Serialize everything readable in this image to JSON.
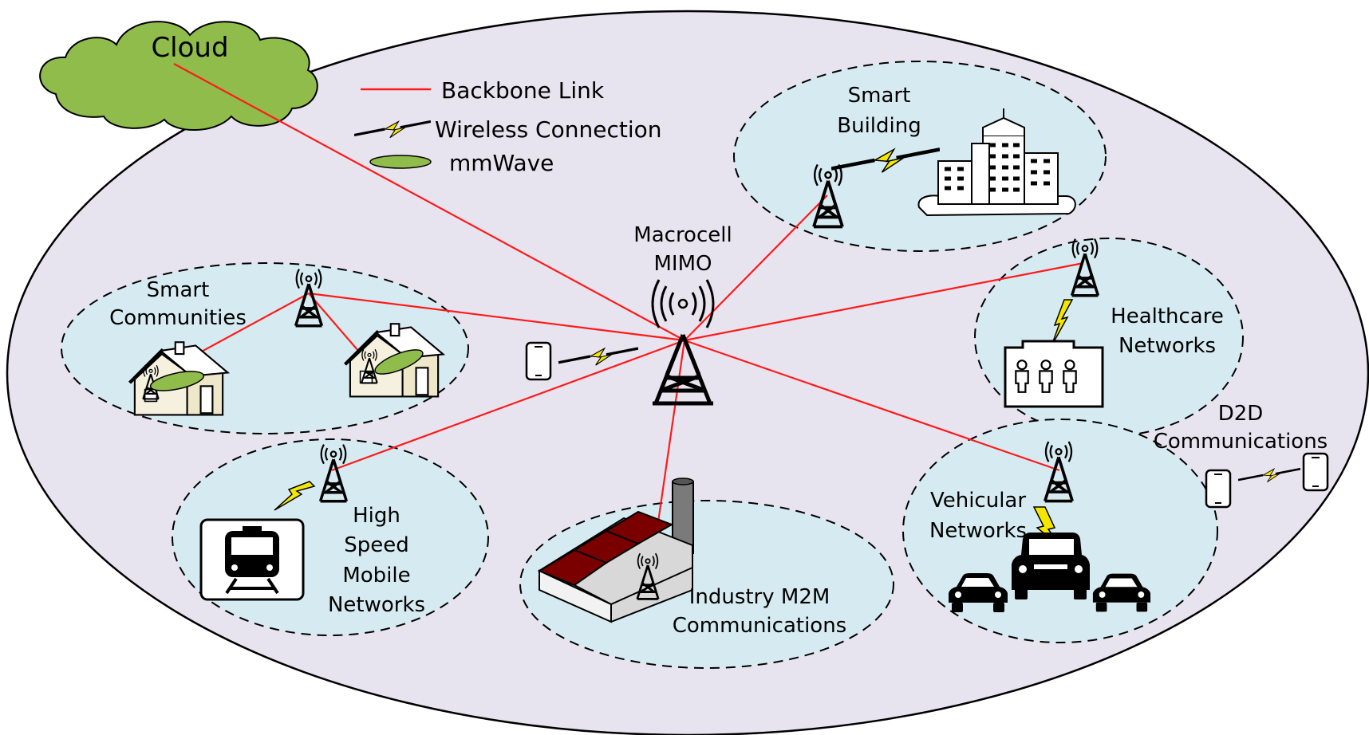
{
  "cloud": {
    "label": "Cloud"
  },
  "legend": {
    "backbone": "Backbone Link",
    "wireless": "Wireless Connection",
    "mmwave": "mmWave"
  },
  "macrocell": {
    "line1": "Macrocell",
    "line2": "MIMO"
  },
  "clusters": {
    "smart_building": {
      "line1": "Smart",
      "line2": "Building"
    },
    "smart_communities": {
      "line1": "Smart",
      "line2": "Communities"
    },
    "healthcare": {
      "line1": "Healthcare",
      "line2": "Networks"
    },
    "high_speed": {
      "line1": "High",
      "line2": "Speed",
      "line3": "Mobile",
      "line4": "Networks"
    },
    "industry": {
      "line1": "Industry M2M",
      "line2": "Communications"
    },
    "vehicular": {
      "line1": "Vehicular",
      "line2": "Networks"
    },
    "d2d": {
      "line1": "D2D",
      "line2": "Communications"
    }
  },
  "colors": {
    "backbone": "#ff1a1a",
    "bolt": "#f5e600",
    "cloud": "#8fbc4a",
    "outer_fill": "#e8e4ef",
    "cluster_fill": "#d6ebf1",
    "factory_roof": "#7a0000"
  }
}
